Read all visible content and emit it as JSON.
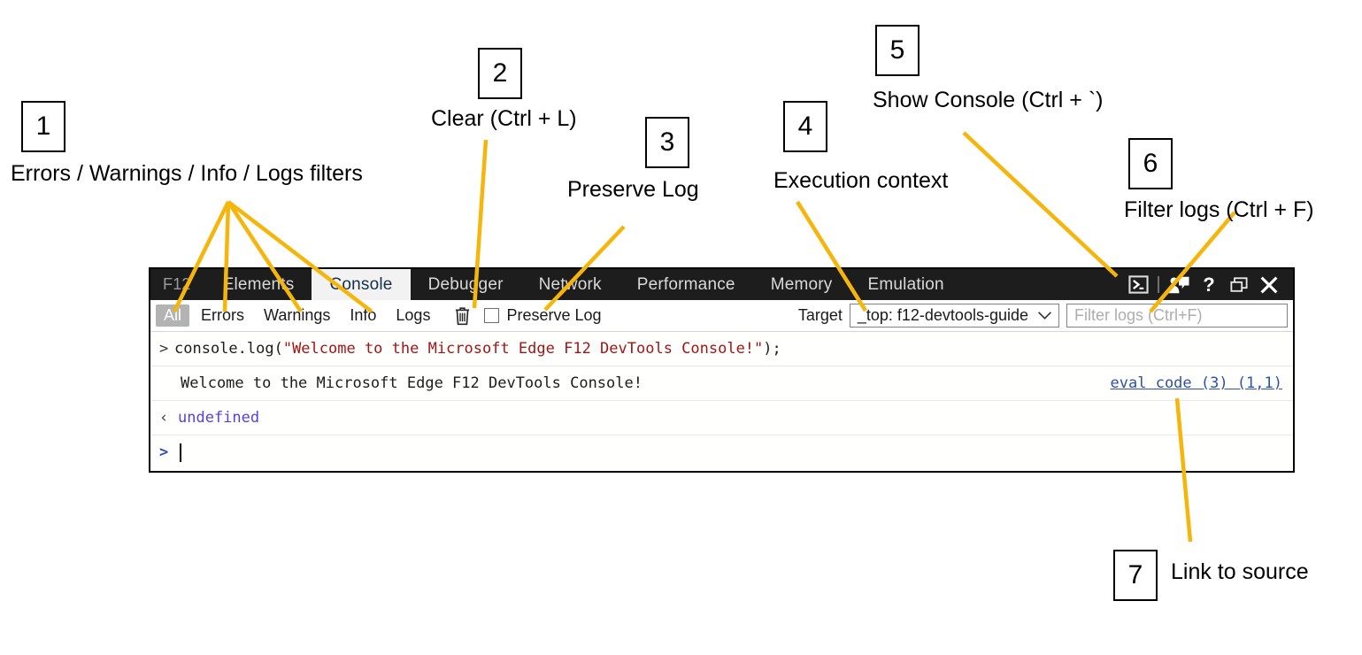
{
  "annotations": [
    {
      "num": "1",
      "text": "Errors / Warnings / Info / Logs filters"
    },
    {
      "num": "2",
      "text": "Clear (Ctrl + L)"
    },
    {
      "num": "3",
      "text": "Preserve Log"
    },
    {
      "num": "4",
      "text": "Execution context"
    },
    {
      "num": "5",
      "text": "Show Console (Ctrl + `)"
    },
    {
      "num": "6",
      "text": "Filter logs (Ctrl + F)"
    },
    {
      "num": "7",
      "text": "Link to source"
    }
  ],
  "annotation_color": "#F5B50A",
  "devtools": {
    "tabs": [
      {
        "label": "F12",
        "active": false,
        "brand": true
      },
      {
        "label": "Elements",
        "active": false
      },
      {
        "label": "Console",
        "active": true
      },
      {
        "label": "Debugger",
        "active": false
      },
      {
        "label": "Network",
        "active": false
      },
      {
        "label": "Performance",
        "active": false
      },
      {
        "label": "Memory",
        "active": false
      },
      {
        "label": "Emulation",
        "active": false
      }
    ],
    "tool_icons": [
      {
        "name": "show-console-icon",
        "glyph": ">_"
      },
      {
        "name": "feedback-icon",
        "glyph": "person-speech"
      },
      {
        "name": "help-icon",
        "glyph": "?"
      },
      {
        "name": "undock-icon",
        "glyph": "windows"
      },
      {
        "name": "close-icon",
        "glyph": "X"
      }
    ],
    "filterbar": {
      "filters": [
        {
          "label": "All",
          "selected": true
        },
        {
          "label": "Errors",
          "selected": false
        },
        {
          "label": "Warnings",
          "selected": false
        },
        {
          "label": "Info",
          "selected": false
        },
        {
          "label": "Logs",
          "selected": false
        }
      ],
      "clear_icon": "trash-icon",
      "preserve_log_label": "Preserve Log",
      "preserve_log_checked": false,
      "target_label": "Target",
      "target_value": "_top: f12-devtools-guide",
      "filter_placeholder": "Filter logs (Ctrl+F)",
      "filter_value": ""
    },
    "console": {
      "input_glyph": ">",
      "input_code_prefix": "console.log(",
      "input_code_string": "\"Welcome to the Microsoft Edge F12 DevTools Console!\"",
      "input_code_suffix": ");",
      "output_glyph": "",
      "output_text": "Welcome to the Microsoft Edge F12 DevTools Console!",
      "output_source_link": "eval code (3) (1,1)",
      "return_glyph": "‹",
      "return_value": "undefined",
      "prompt_glyph": ">"
    }
  },
  "colors": {
    "tabstrip_bg": "#1D1D1D",
    "active_tab_bg": "#F2F2F2",
    "active_tab_text": "#14304A",
    "selected_filter_bg": "#B3B3B3",
    "string_literal": "#A31515",
    "undefined_value": "#5A3EE0",
    "link": "#2F4FA8",
    "annotation_line": "#F5B50A"
  }
}
